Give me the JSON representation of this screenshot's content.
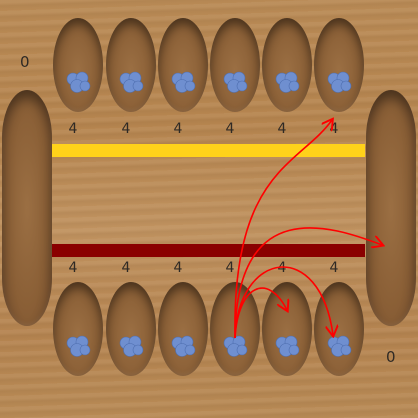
{
  "board": {
    "top_store_count": "0",
    "bottom_store_count": "0",
    "top_pit_counts": [
      "4",
      "4",
      "4",
      "4",
      "4",
      "4"
    ],
    "bottom_pit_counts": [
      "4",
      "4",
      "4",
      "4",
      "4",
      "4"
    ]
  },
  "colors": {
    "top_player_bar": "#ffd21a",
    "bottom_player_bar": "#8a0000",
    "move_arrows": "#ff0000",
    "seed": "#6f8fd0"
  }
}
